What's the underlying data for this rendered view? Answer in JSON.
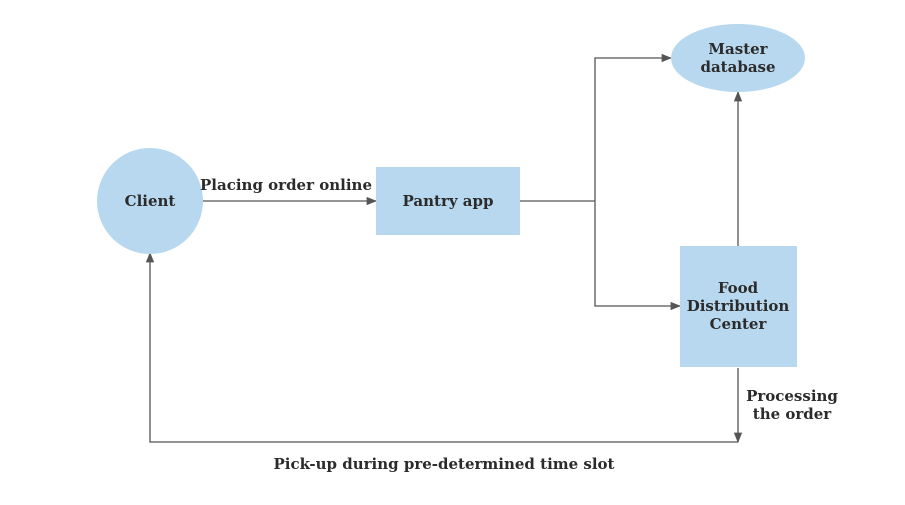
{
  "colors": {
    "node_fill": "#b7d8ee",
    "connector": "#555555",
    "text": "#2b2b2b"
  },
  "nodes": {
    "client": "Client",
    "pantry_app": "Pantry app",
    "master_database": [
      "Master",
      "database"
    ],
    "food_distribution_center": [
      "Food",
      "Distribution",
      "Center"
    ]
  },
  "edges": {
    "placing_order": "Placing order online",
    "processing": [
      "Processing",
      "the order"
    ],
    "pickup": "Pick-up during pre-determined time slot"
  }
}
